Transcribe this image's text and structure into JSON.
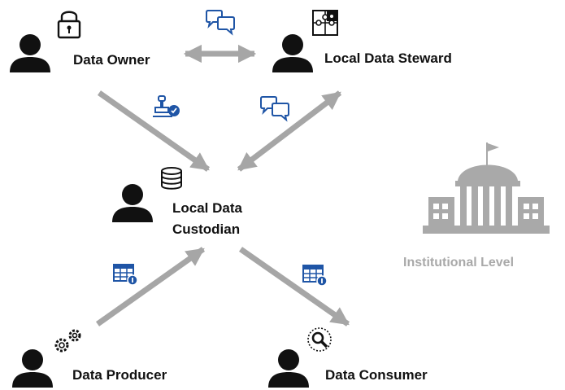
{
  "roles": {
    "owner": {
      "label": "Data Owner"
    },
    "steward": {
      "label": "Local Data Steward"
    },
    "custodian": {
      "label_line1": "Local Data",
      "label_line2": "Custodian"
    },
    "producer": {
      "label": "Data Producer"
    },
    "consumer": {
      "label": "Data Consumer"
    }
  },
  "institution": {
    "label": "Institutional Level"
  },
  "icons": {
    "owner": "padlock-icon",
    "steward": "puzzle-icon",
    "custodian": "database-icon",
    "producer": "gears-icon",
    "consumer": "magnifier-icon",
    "communication": "speech-bubbles-icon",
    "approval": "stamp-icon",
    "dataset": "spreadsheet-icon",
    "institution": "institution-building-icon"
  },
  "colors": {
    "person": "#111111",
    "arrow": "#a6a6a6",
    "accent": "#1f55a6",
    "institution": "#a9a9a9"
  }
}
